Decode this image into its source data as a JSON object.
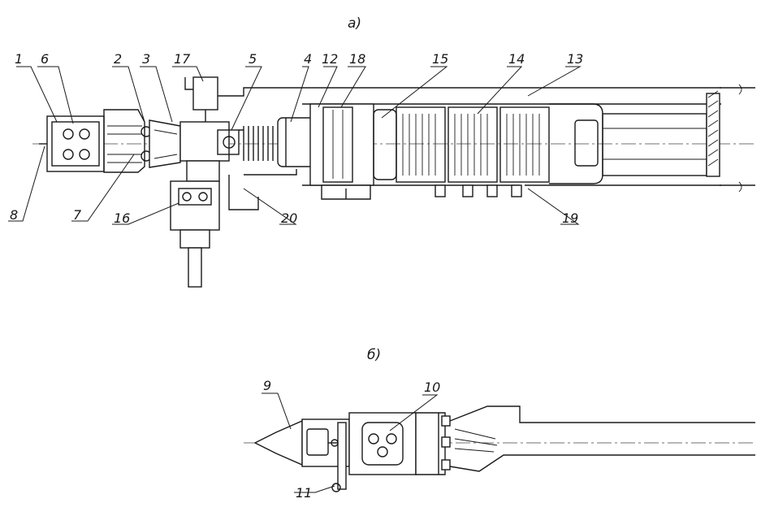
{
  "figure": {
    "view_a_caption": "а)",
    "view_b_caption": "б)",
    "callouts_view_a": [
      "1",
      "6",
      "2",
      "3",
      "17",
      "5",
      "4",
      "12",
      "18",
      "15",
      "14",
      "13",
      "8",
      "7",
      "16",
      "20",
      "19"
    ],
    "callouts_view_b": [
      "9",
      "10",
      "11"
    ]
  }
}
